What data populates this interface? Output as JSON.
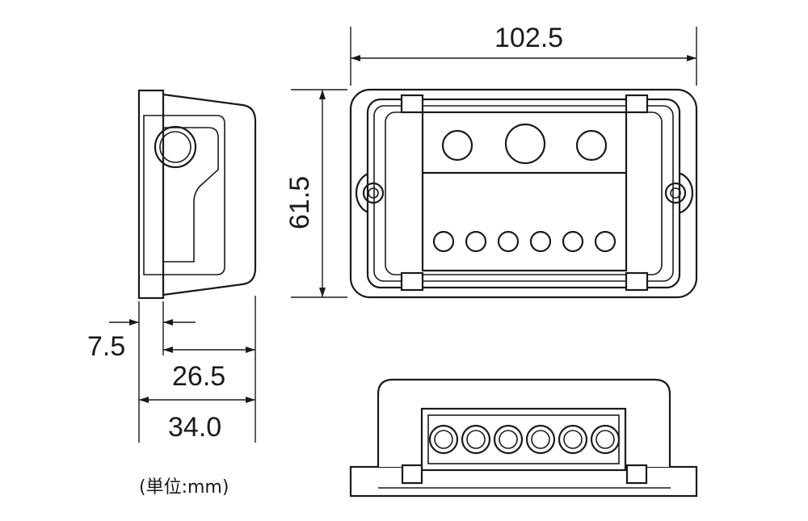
{
  "dimensions": {
    "width_label": "102.5",
    "height_label": "61.5",
    "flange_label": "7.5",
    "body_depth_label": "26.5",
    "total_depth_label": "34.0"
  },
  "unit_label": "(単位:mm)",
  "front_view": {
    "top_holes": 3,
    "bottom_holes": 6,
    "mount_holes": 2
  },
  "bottom_view": {
    "terminals": 6
  },
  "colors": {
    "line": "#1a1a1a",
    "background": "#ffffff"
  }
}
